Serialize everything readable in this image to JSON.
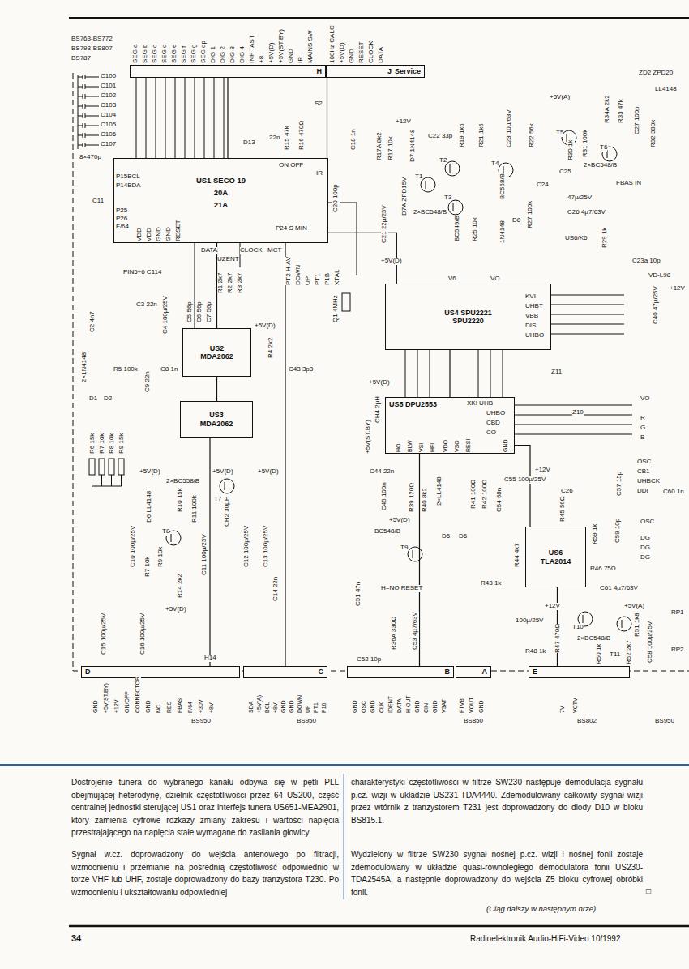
{
  "diagram": {
    "nodes": [
      {
        "text": [
          "US1 SECO 19",
          "20A",
          "21A"
        ]
      },
      {
        "text": [
          "US2 MDA2062"
        ]
      },
      {
        "text": [
          "US3 MDA2062"
        ]
      },
      {
        "text": [
          "US4 SPU2221 SPU2220"
        ]
      },
      {
        "text": [
          "US5 DPU2553"
        ]
      },
      {
        "text": [
          "US6 TLA2014"
        ]
      },
      {
        "text": [
          "H"
        ]
      },
      {
        "text": [
          "J",
          "Service"
        ]
      },
      {
        "text": [
          "D"
        ]
      },
      {
        "text": [
          "C"
        ]
      },
      {
        "text": [
          "B"
        ]
      },
      {
        "text": [
          "A"
        ]
      },
      {
        "text": [
          "E"
        ]
      }
    ],
    "edges": [
      {
        "from": 6,
        "to": 0,
        "arrow": "none"
      },
      {
        "from": 7,
        "to": 0,
        "arrow": "none"
      },
      {
        "from": 0,
        "to": 1,
        "arrow": "none"
      },
      {
        "from": 1,
        "to": 2,
        "arrow": "none"
      },
      {
        "from": 0,
        "to": 3,
        "arrow": "none"
      },
      {
        "from": 3,
        "to": 4,
        "arrow": "none"
      },
      {
        "from": 4,
        "to": 5,
        "arrow": "none"
      },
      {
        "from": 0,
        "to": 9,
        "arrow": "none"
      },
      {
        "from": 4,
        "to": 10,
        "arrow": "none"
      },
      {
        "from": 2,
        "to": 8,
        "arrow": "none"
      },
      {
        "from": 5,
        "to": 12,
        "arrow": "none"
      }
    ],
    "labels": [
      "BS763-BS772",
      "BS793-BS807",
      "BS787",
      "SEG a",
      "SEG b",
      "SEG c",
      "SEG d",
      "SEG e",
      "SEG f",
      "SEG g",
      "SEG dp",
      "DIG 1",
      "DIG 2",
      "DIG 3",
      "DIG 4",
      "INF TAST",
      "+8",
      "+5V(D)",
      "+5V(ST.BY)",
      "GND",
      "IR",
      "MAINS SW",
      "100Hz CALC",
      "+5V(D)",
      "GND",
      "RESET",
      "CLOCK",
      "DATA",
      "C100",
      "C101",
      "C102",
      "C103",
      "C104",
      "C105",
      "C106",
      "C107",
      "8×470p",
      "P15BCL",
      "P14BDA",
      "C11",
      "P25",
      "P26",
      "F/64",
      "VDD",
      "VDD",
      "GND",
      "GND",
      "RESET",
      "DATA",
      "UZENT",
      "CLOCK",
      "MCT",
      "PT2 H-AV",
      "DOWN",
      "UP",
      "PT1",
      "P1B",
      "XTAL",
      "P24 S MIN",
      "IR",
      "ON OFF",
      "D13",
      "22n",
      "R15 47k",
      "R16 470Ω",
      "S2",
      "C18 1n",
      "C20 100p",
      "Q1 4MHz",
      "PIN5÷6 C114",
      "C2 4n7",
      "C3 22n",
      "C4 100µ/25V",
      "C5 56p",
      "C6 56p",
      "C7 56p",
      "R1 2k7",
      "R2 2k7",
      "R3 2k7",
      "C8 1n",
      "R4 2k2",
      "+5V(D)",
      "C43 3p3",
      "2×1N4148",
      "D1",
      "D2",
      "R5 100k",
      "C9 22n",
      "R6 15k",
      "R7 10k",
      "R8 10k",
      "R9 15k",
      "+5V(D)",
      "2×BC558/B",
      "+5V(D)",
      "+5V(D)",
      "D6 LL4148",
      "T8",
      "T7",
      "R10 15k",
      "R11 100k",
      "C10 100µ/25V",
      "R9 10k",
      "R7 10k",
      "C11 100µ/25V",
      "CH2 30µH",
      "C12 100µ/25V",
      "C13 100µ/25V",
      "R14 2k2",
      "+5V(D)",
      "C14 22n",
      "C15 100µ/25V",
      "C16 100µ/25V",
      "H14",
      "+12V",
      "R17 10k",
      "R17A 8k2",
      "D7 1N4148",
      "C22 33p",
      "T1",
      "T2",
      "D7A ZPD15V",
      "2×BC548/B",
      "T3",
      "R19 1k5",
      "R21 1k5",
      "T4",
      "BC558/B",
      "BC549/B",
      "R25 10k",
      "C23 10µ/63V",
      "R22 56k",
      "+5V(A)",
      "T5",
      "R30 1k",
      "R31 100k",
      "R34A 2k2",
      "T6",
      "R33 47k",
      "C27 100p",
      "R32 330k",
      "2×BC548/B",
      "ZD2 ZPD20",
      "LL4148",
      "D8",
      "1N4148",
      "R27 100k",
      "C24",
      "C25",
      "47µ/25V",
      "C26 4µ7/63V",
      "US6/K6",
      "R29 1k",
      "FBAS IN",
      "C23a 10p",
      "VD-L98",
      "C21 22µ/25V",
      "+5V(D)",
      "V6",
      "VO",
      "KVI",
      "UHBT",
      "VBB",
      "DIS",
      "UHBO",
      "+12V",
      "C40 47µ/25V",
      "+5V(D)",
      "+5V(ST.BY)",
      "CH4 2µH",
      "XKI UHB",
      "UHBO",
      "CBD",
      "CO",
      "Z11",
      "Z10",
      "HO",
      "BLW",
      "VSI",
      "HFI",
      "VDO",
      "VSO",
      "RESI",
      "GND",
      "C44 22n",
      "C45 100n",
      "R39 120Ω",
      "R40 8k2",
      "2×LL4148",
      "D5",
      "D6",
      "R41 100Ω",
      "R42 100Ω",
      "C54 68n",
      "C55 100µ/25V",
      "C26",
      "+12V",
      "R45 56Ω",
      "R59 1k",
      "R44 4k7",
      "R43 1k",
      "R46 75Ω",
      "C61 4µ7/63V",
      "T9",
      "BC548/B",
      "+5V(D)",
      "H=NO RESET",
      "C51 47n",
      "R36A 330Ω",
      "C53 4µ7/63V",
      "C52 10p",
      "+12V",
      "100µ/25V",
      "R47 470Ω",
      "R48 1k",
      "T10",
      "+5V(A)",
      "R51 1k8",
      "2×BC548/B",
      "T11",
      "C58 100µ/25V",
      "R50 1k",
      "R52 2k7",
      "VO",
      "R",
      "G",
      "B",
      "OSC",
      "CB1",
      "UHBCK",
      "DDI",
      "C60 1n",
      "C57 15p",
      "C59 10p",
      "OSC",
      "DG",
      "DG",
      "DG",
      "RP1",
      "RP2",
      "GND",
      "+5V(ST.BY)",
      "+12V",
      "ON/OFF",
      "CONNECTOR",
      "GND",
      "NC",
      "RES",
      "FBAS",
      "F/64",
      "+30V",
      "+8V",
      "SDA",
      "+5V(A)",
      "BCL",
      "+8V",
      "GND",
      "GND",
      "DOWN",
      "UP",
      "PT1",
      "P16",
      "GND",
      "OSC",
      "GND",
      "CLK",
      "IDENT",
      "DATA",
      "H OUT",
      "GND",
      "CIN",
      "GND",
      "V3AT",
      "FTVB",
      "VOUT",
      "GND",
      "7V",
      "VCTV",
      "BS950",
      "BS950",
      "BS850",
      "BS802",
      "BS950",
      "Dostrojenie tunera do wybranego kanału odbywa się w pętli PLL obejmującej heterodynę, dzielnik częstotliwości przez 64 US200, część centralnej jednostki sterującej US1 oraz interfejs tunera US651-MEA2901, który zamienia cyfrowe rozkazy zmiany zakresu i wartości napięcia przestrajającego na napięcia stałe wymagane do zasilania głowicy.",
      "Sygnał w.cz. doprowadzony do wejścia antenowego po filtracji, wzmocnieniu i przemianie na pośrednią częstotliwość odpowiednio w torze VHF lub UHF, zostaje doprowadzony do bazy tranzystora T230. Po wzmocnieniu i ukształtowaniu odpowiedniej",
      "charakterystyki częstotliwości w filtrze SW230 następuje demodulacja sygnału p.cz. wizji w układzie US231-TDA4440. Zdemodulowany całkowity sygnał wizji przez wtórnik z tranzystorem T231 jest doprowadzony do diody D10 w bloku BS815.1.",
      "Wydzielony w filtrze SW230 sygnał nośnej p.cz. wizji i nośnej fonii zostaje zdemodulowany w układzie quasi-równoległego demodulatora fonii US230-TDA2545A, a następnie doprowadzony do wejścia Z5 bloku cyfrowej obróbki fonii.",
      "□",
      "(Ciąg dalszy w następnym nrze)",
      "34",
      "Radioelektronik Audio-HiFi-Video 10/1992"
    ]
  }
}
